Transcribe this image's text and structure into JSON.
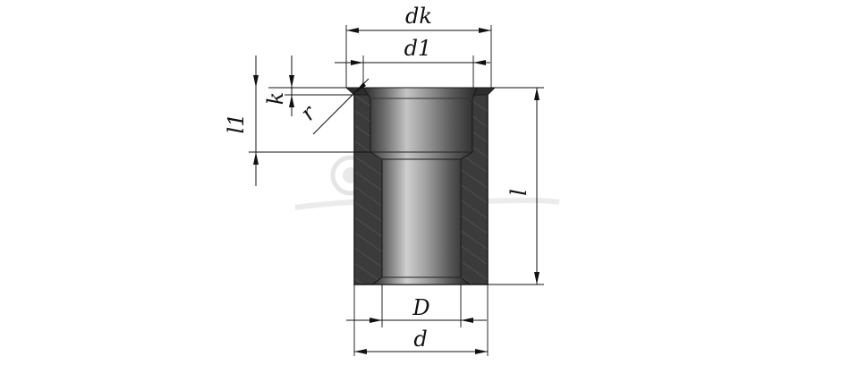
{
  "diagram": {
    "labels": {
      "dk": "dk",
      "d1": "d1",
      "k": "k",
      "r": "r",
      "l1": "l1",
      "l": "l",
      "D": "D",
      "d": "d"
    },
    "colors": {
      "body": "#3a3a3a",
      "body_edge": "#1a1a1a",
      "bore_light": "#b8b8b8",
      "bore_mid": "#8a8a8a",
      "bore_dark": "#2e2e2e",
      "hatch": "#555555",
      "dimension_line": "#111111",
      "watermark": "#d9d9d9"
    },
    "watermark_icon": "company-seal-logo"
  }
}
